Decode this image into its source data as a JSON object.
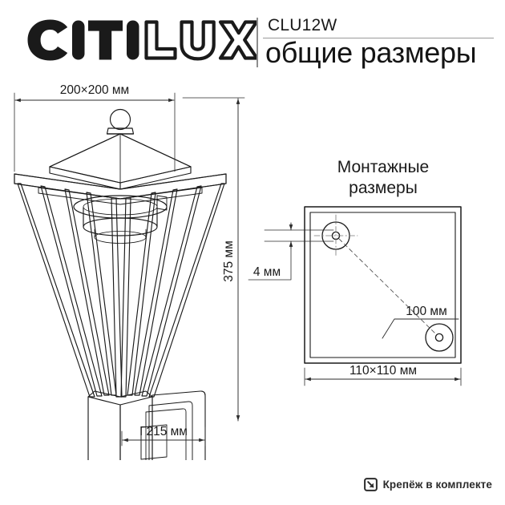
{
  "header": {
    "brand": "CITILUX",
    "brand_solid_part": "CITI",
    "brand_outline_part": "LUX",
    "model_code": "CLU12W",
    "subtitle": "общие размеры",
    "divider_color": "#8d8d8d"
  },
  "main_drawing": {
    "name": "outdoor-wall-lantern-elevation",
    "line_color": "#1a1a1a",
    "dimension_color": "#4a4a4a",
    "dimensions": {
      "width": {
        "label": "200×200 мм",
        "value": 200,
        "unit": "мм",
        "position": "top"
      },
      "height": {
        "label": "375 мм",
        "value": 375,
        "unit": "мм",
        "position": "right",
        "rotated": true
      },
      "depth": {
        "label": "Г215 мм",
        "value": 215,
        "unit": "мм",
        "position": "bottom"
      }
    }
  },
  "mounting_diagram": {
    "title_line1": "Монтажные",
    "title_line2": "размеры",
    "plate_shape": "square",
    "hole_count": 2,
    "dimensions": {
      "edge_offset": {
        "label": "4 мм",
        "value": 4,
        "unit": "мм",
        "position": "left"
      },
      "hole_spacing": {
        "label": "100 мм",
        "value": 100,
        "unit": "мм",
        "position": "diagonal-callout"
      },
      "plate_size": {
        "label": "110×110 мм",
        "value": "110×110",
        "unit": "мм",
        "position": "bottom"
      }
    }
  },
  "footer": {
    "note": "Крепёж в комплекте",
    "icon": "arrow-into-box-icon"
  },
  "colors": {
    "background": "#ffffff",
    "ink": "#1a1a1a",
    "dimension_line": "#4a4a4a",
    "centerline": "#777777"
  }
}
